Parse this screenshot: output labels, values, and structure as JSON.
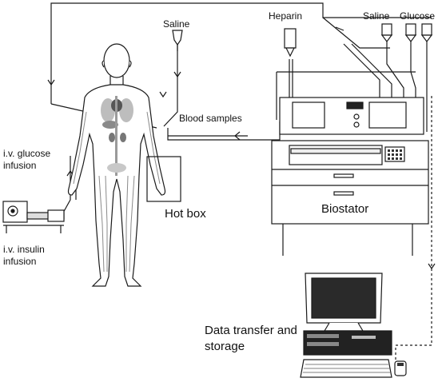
{
  "labels": {
    "saline_left": "Saline",
    "heparin": "Heparin",
    "saline_right": "Saline",
    "glucose": "Glucose",
    "blood_samples": "Blood samples",
    "iv_glucose_1": "i.v. glucose",
    "iv_glucose_2": "infusion",
    "hot_box": "Hot box",
    "biostator": "Biostator",
    "iv_insulin_1": "i.v. insulin",
    "iv_insulin_2": "infusion",
    "data_transfer_1": "Data transfer and",
    "data_transfer_2": "storage"
  },
  "colors": {
    "line": "#1a1a1a",
    "organ": "#6d6d6d",
    "body_fill": "#ffffff",
    "vessel": "#8a8a8a"
  }
}
